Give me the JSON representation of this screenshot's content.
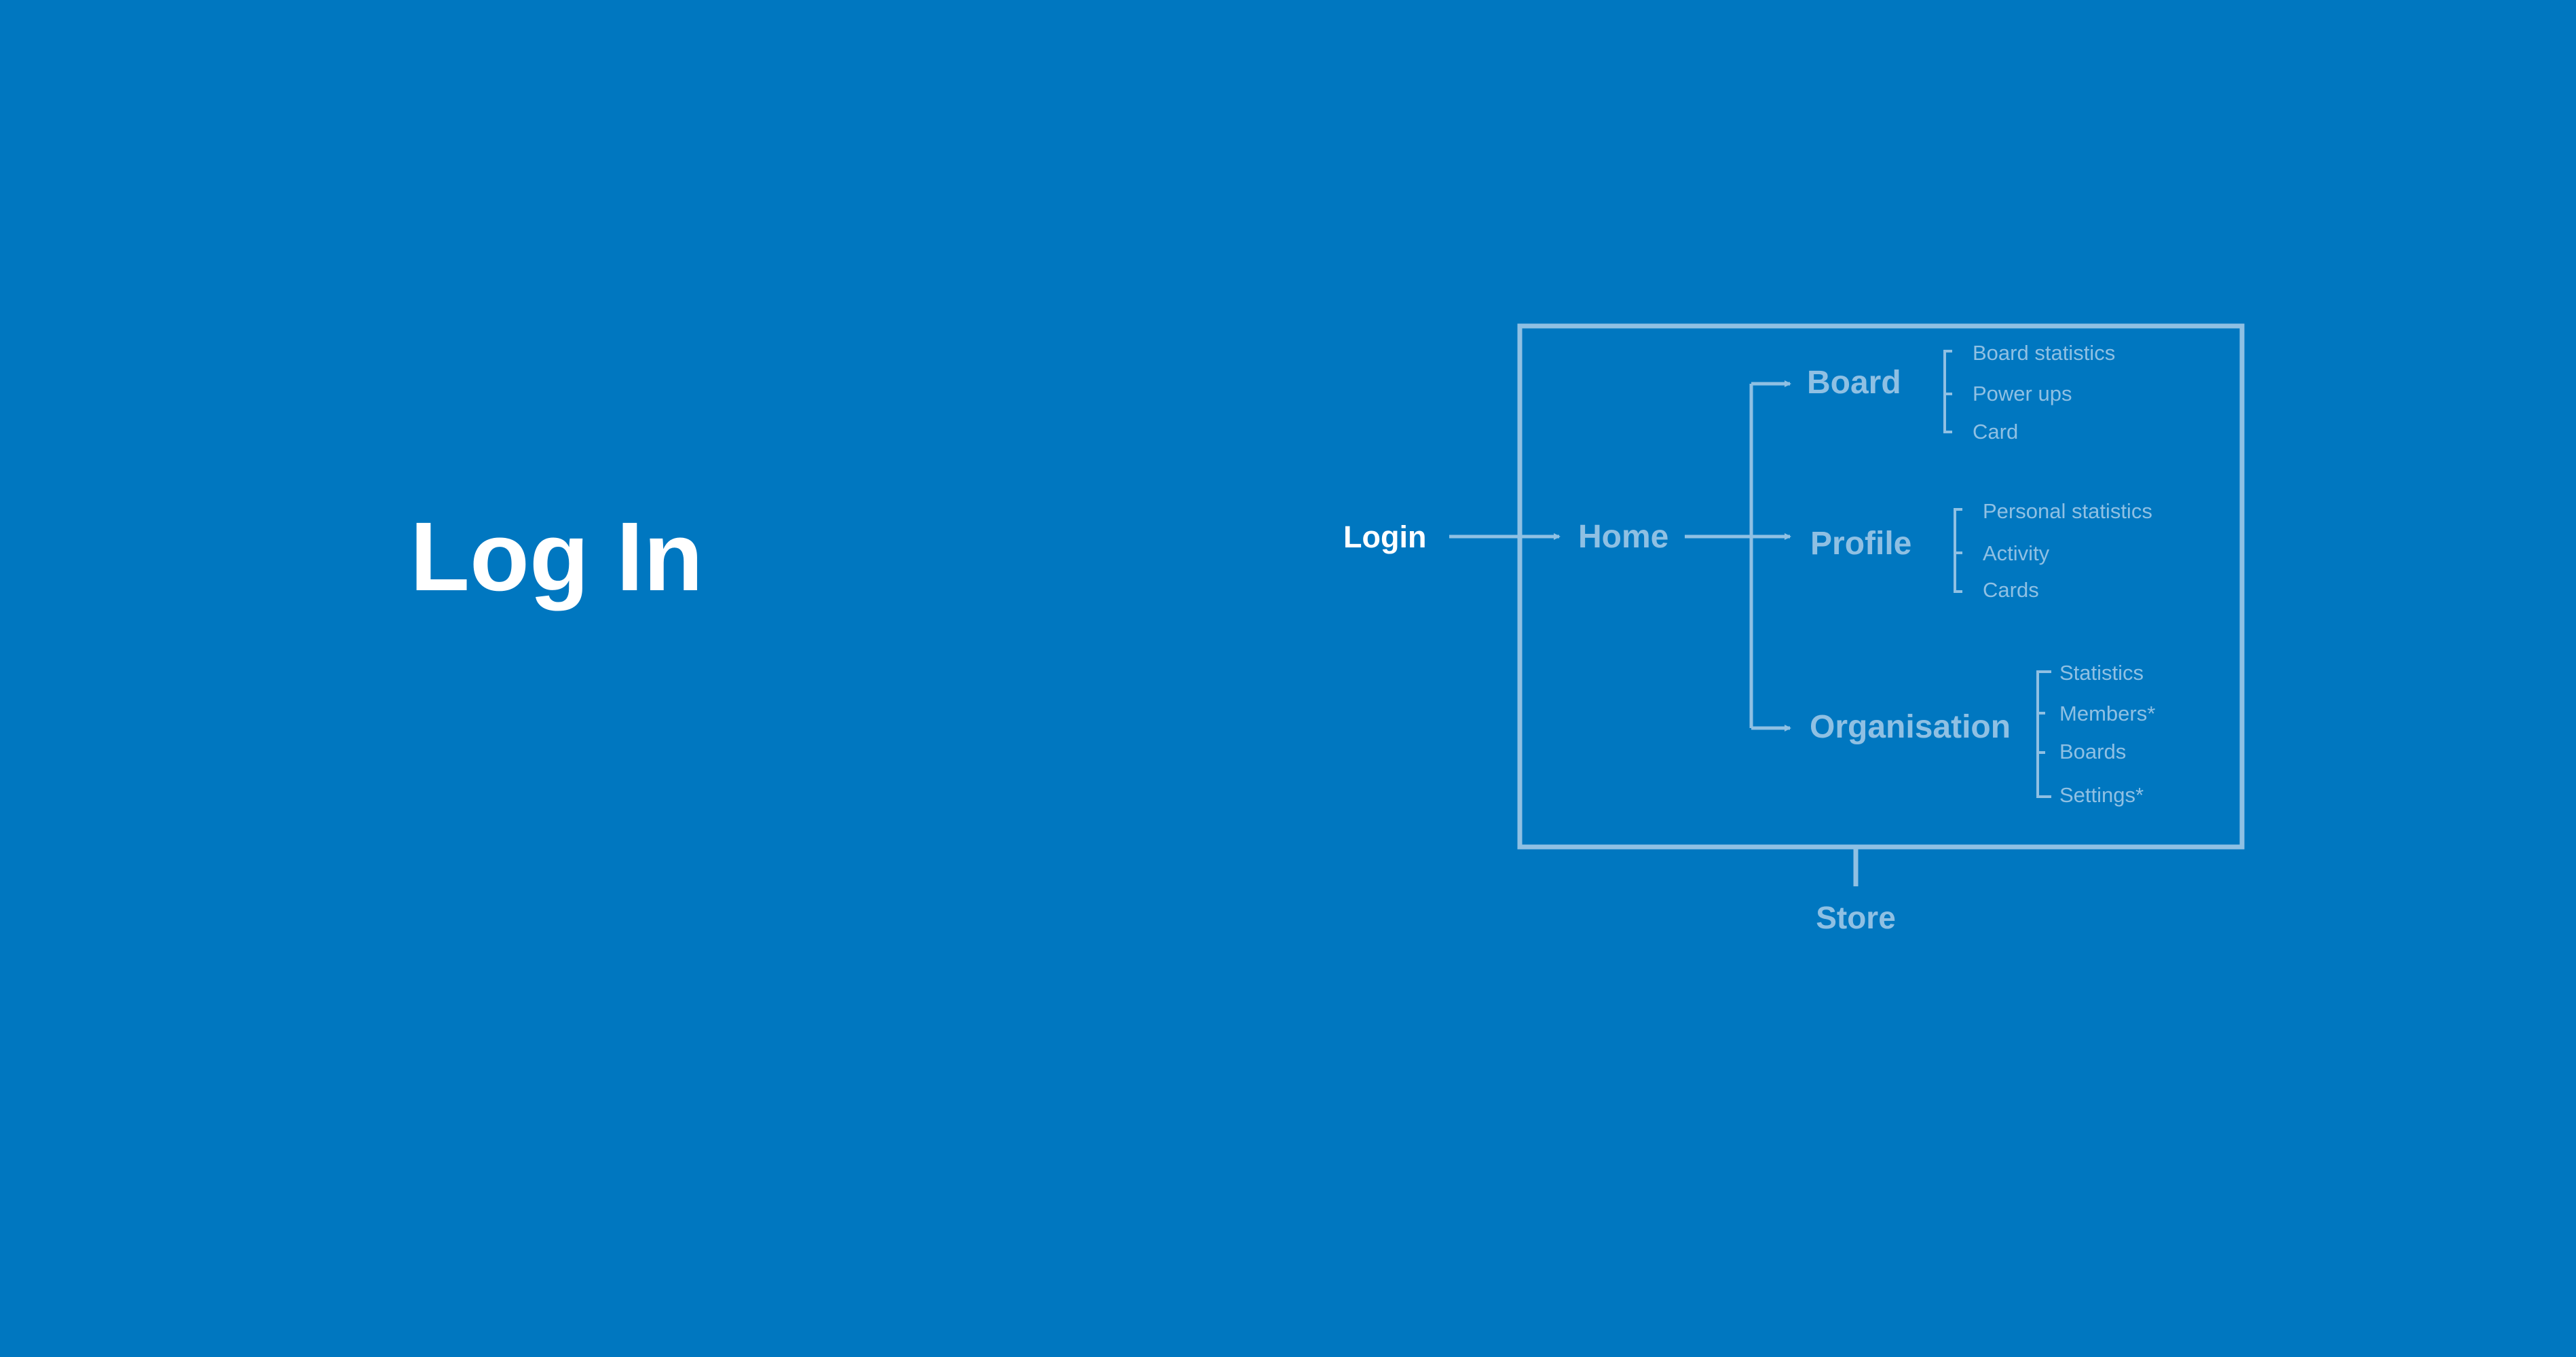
{
  "page": {
    "title": "Log In",
    "background_color": "#0077C0"
  },
  "diagram": {
    "colors": {
      "active": "#FFFFFF",
      "muted": "#8FC0E3"
    },
    "entry": "Login",
    "home": "Home",
    "store": "Store",
    "sections": [
      {
        "label": "Board",
        "items": [
          "Board statistics",
          "Power ups",
          "Card"
        ]
      },
      {
        "label": "Profile",
        "items": [
          "Personal statistics",
          "Activity",
          "Cards"
        ]
      },
      {
        "label": "Organisation",
        "items": [
          "Statistics",
          "Members*",
          "Boards",
          "Settings*"
        ]
      }
    ]
  }
}
